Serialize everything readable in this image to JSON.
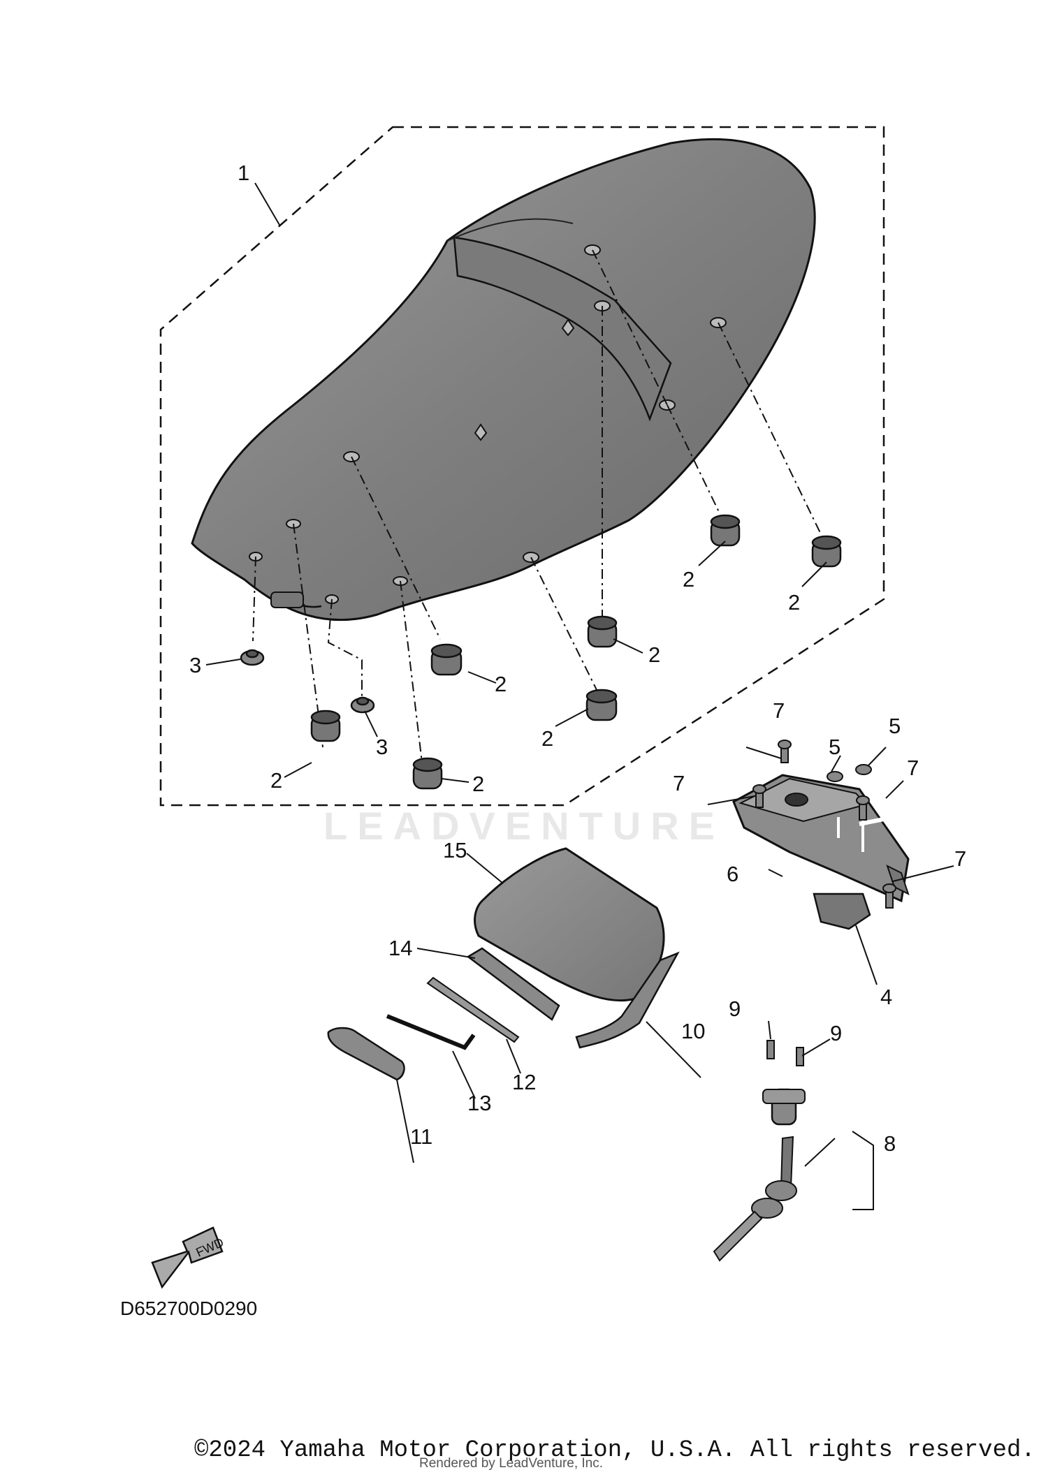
{
  "diagram": {
    "callouts": [
      "1",
      "2",
      "3",
      "4",
      "5",
      "6",
      "7",
      "8",
      "9",
      "10",
      "11",
      "12",
      "13",
      "14",
      "15"
    ],
    "direction_label": "FWD",
    "code": "D652700D0290"
  },
  "watermark": "LEADVENTURE",
  "footer": {
    "copyright": "©2024 Yamaha Motor Corporation, U.S.A. All rights reserved.",
    "rendered_by": "Rendered by LeadVenture, Inc."
  },
  "colors": {
    "line": "#111111",
    "part_fill": "#8a8a8a",
    "part_dark": "#6e6e6e",
    "background": "#ffffff"
  }
}
